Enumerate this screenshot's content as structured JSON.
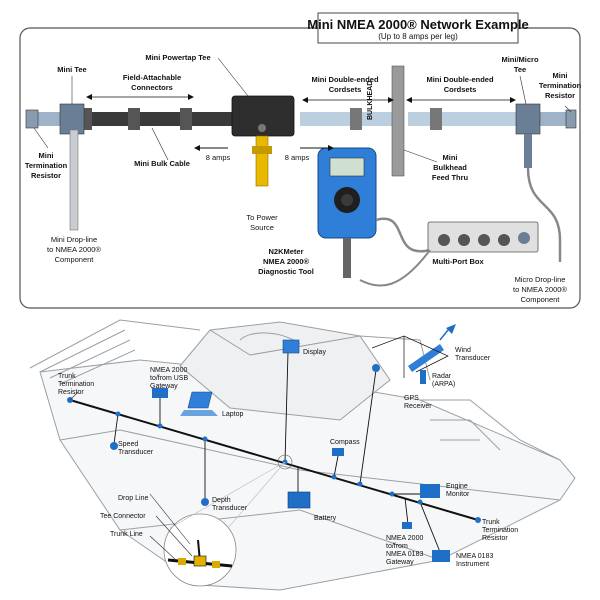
{
  "network": {
    "title": "Mini NMEA 2000® Network Example",
    "subtitle": "(Up to 8 amps per leg)",
    "labels": {
      "mini_powertap_tee": "Mini Powertap Tee",
      "mini_tee": "Mini Tee",
      "field_attachable_1": "Field-Attachable",
      "field_attachable_2": "Connectors",
      "mini_double_1a": "Mini Double-ended",
      "mini_double_1b": "Cordsets",
      "mini_double_2a": "Mini Double-ended",
      "mini_double_2b": "Cordsets",
      "mini_micro_tee_1": "Mini/Micro",
      "mini_micro_tee_2": "Tee",
      "mini_term_right_1": "Mini",
      "mini_term_right_2": "Termination",
      "mini_term_right_3": "Resistor",
      "mini_term_left_1": "Mini",
      "mini_term_left_2": "Termination",
      "mini_term_left_3": "Resistor",
      "mini_bulk_cable": "Mini Bulk Cable",
      "amps_left": "8 amps",
      "amps_right": "8 amps",
      "power_source_1": "To Power",
      "power_source_2": "Source",
      "mini_bulkhead_1": "Mini",
      "mini_bulkhead_2": "Bulkhead",
      "mini_bulkhead_3": "Feed Thru",
      "bulkhead_text": "BULKHEAD",
      "n2k_1": "N2KMeter",
      "n2k_2": "NMEA 2000®",
      "n2k_3": "Diagnostic Tool",
      "multiport_box": "Multi-Port Box",
      "mini_dropline_1": "Mini Drop-line",
      "mini_dropline_2": "to NMEA 2000®",
      "mini_dropline_3": "Component",
      "micro_dropline_1": "Micro Drop-line",
      "micro_dropline_2": "to NMEA 2000®",
      "micro_dropline_3": "Component"
    }
  },
  "boat": {
    "labels": {
      "trunk_term_left_1": "Trunk",
      "trunk_term_left_2": "Termination",
      "trunk_term_left_3": "Resistor",
      "usb_gateway_1": "NMEA 2000",
      "usb_gateway_2": "to/from USB",
      "usb_gateway_3": "Gateway",
      "laptop": "Laptop",
      "display": "Display",
      "wind_1": "Wind",
      "wind_2": "Transducer",
      "radar_1": "Radar",
      "radar_2": "(ARPA)",
      "gps_1": "GPS",
      "gps_2": "Receiver",
      "speed_1": "Speed",
      "speed_2": "Transducer",
      "compass": "Compass",
      "engine_1": "Engine",
      "engine_2": "Monitor",
      "drop_line": "Drop Line",
      "tee_connector": "Tee Connector",
      "trunk_line": "Trunk Line",
      "depth_1": "Depth",
      "depth_2": "Transducer",
      "battery": "Battery",
      "trunk_term_right_1": "Trunk",
      "trunk_term_right_2": "Termination",
      "trunk_term_right_3": "Resistor",
      "gw0183_1": "NMEA 2000",
      "gw0183_2": "to/from",
      "gw0183_3": "NMEA 0183",
      "gw0183_4": "Gateway",
      "inst0183_1": "NMEA 0183",
      "inst0183_2": "Instrument"
    }
  },
  "colors": {
    "accent": "#1f6fc6",
    "cable": "#2a2a2a",
    "boat_line": "#9aa0a6",
    "power_yellow": "#e9b800"
  }
}
